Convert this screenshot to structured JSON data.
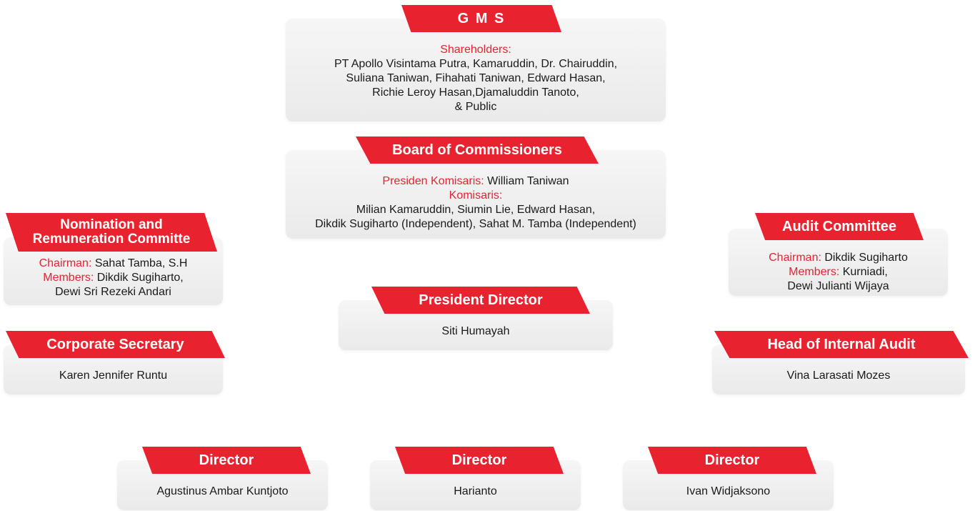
{
  "gms": {
    "title": "G M S",
    "shareholders_label": "Shareholders:",
    "lines": [
      "PT Apollo Visintama Putra, Kamaruddin, Dr. Chairuddin,",
      "Suliana Taniwan, Fihahati Taniwan, Edward Hasan,",
      "Richie Leroy Hasan,Djamaluddin Tanoto,",
      "& Public"
    ]
  },
  "boc": {
    "title": "Board of Commissioners",
    "president_label": "Presiden Komisaris:",
    "president_name": " William Taniwan",
    "komisaris_label": "Komisaris:",
    "lines": [
      "Milian Kamaruddin, Siumin Lie, Edward Hasan,",
      "Dikdik Sugiharto (Independent), Sahat M. Tamba (Independent)"
    ]
  },
  "nomination": {
    "title_line1": "Nomination and",
    "title_line2": "Remuneration Committe",
    "chairman_label": "Chairman:",
    "chairman_name": " Sahat Tamba, S.H",
    "members_label": "Members:",
    "members_line1": " Dikdik Sugiharto,",
    "members_line2": "Dewi Sri Rezeki Andari"
  },
  "audit_committee": {
    "title": "Audit Committee",
    "chairman_label": "Chairman:",
    "chairman_name": " Dikdik Sugiharto",
    "members_label": "Members:",
    "members_line1": " Kurniadi,",
    "members_line2": "Dewi Julianti Wijaya"
  },
  "president_director": {
    "title": "President Director",
    "name": "Siti Humayah"
  },
  "corporate_secretary": {
    "title": "Corporate Secretary",
    "name": "Karen Jennifer Runtu"
  },
  "internal_audit": {
    "title": "Head of Internal Audit",
    "name": "Vina Larasati Mozes"
  },
  "directors": [
    {
      "title": "Director",
      "name": "Agustinus Ambar Kuntjoto"
    },
    {
      "title": "Director",
      "name": "Harianto"
    },
    {
      "title": "Director",
      "name": "Ivan Widjaksono"
    }
  ],
  "colors": {
    "accent": "#e8232f",
    "card": "#eeeeef"
  }
}
